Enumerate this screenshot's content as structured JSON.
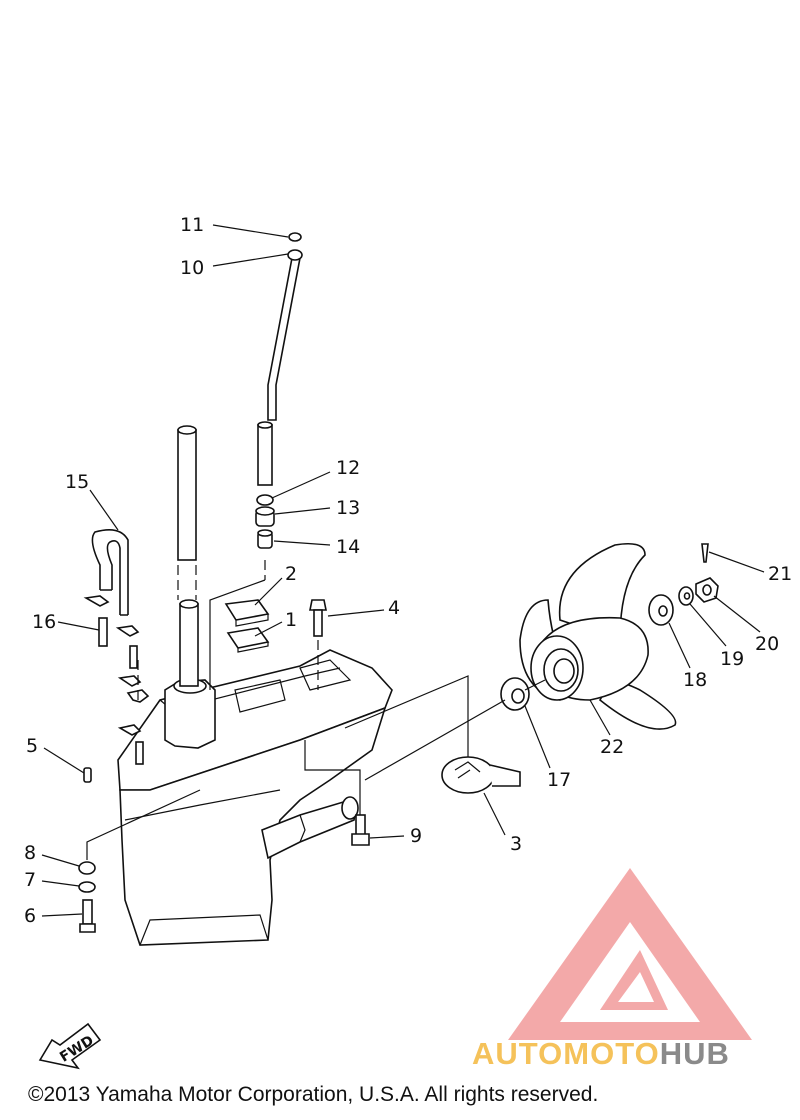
{
  "diagram": {
    "callouts": [
      {
        "id": "p1",
        "text": "1"
      },
      {
        "id": "p2",
        "text": "2"
      },
      {
        "id": "p3",
        "text": "3"
      },
      {
        "id": "p4",
        "text": "4"
      },
      {
        "id": "p5",
        "text": "5"
      },
      {
        "id": "p6",
        "text": "6"
      },
      {
        "id": "p7",
        "text": "7"
      },
      {
        "id": "p8",
        "text": "8"
      },
      {
        "id": "p9",
        "text": "9"
      },
      {
        "id": "p10",
        "text": "10"
      },
      {
        "id": "p11",
        "text": "11"
      },
      {
        "id": "p12",
        "text": "12"
      },
      {
        "id": "p13",
        "text": "13"
      },
      {
        "id": "p14",
        "text": "14"
      },
      {
        "id": "p15",
        "text": "15"
      },
      {
        "id": "p16",
        "text": "16"
      },
      {
        "id": "p17",
        "text": "17"
      },
      {
        "id": "p18",
        "text": "18"
      },
      {
        "id": "p19",
        "text": "19"
      },
      {
        "id": "p20",
        "text": "20"
      },
      {
        "id": "p21",
        "text": "21"
      },
      {
        "id": "p22",
        "text": "22"
      }
    ],
    "fwd_arrow_text": "FWD"
  },
  "footer": {
    "copyright": "©2013 Yamaha Motor Corporation, U.S.A. All rights reserved."
  },
  "watermark": {
    "brand_part1": "AUTOMOTO",
    "brand_part2": "HUB",
    "color_part1": "#f5c25a",
    "color_part2": "#8a8a8a",
    "logo_color": "#f29b9b"
  }
}
